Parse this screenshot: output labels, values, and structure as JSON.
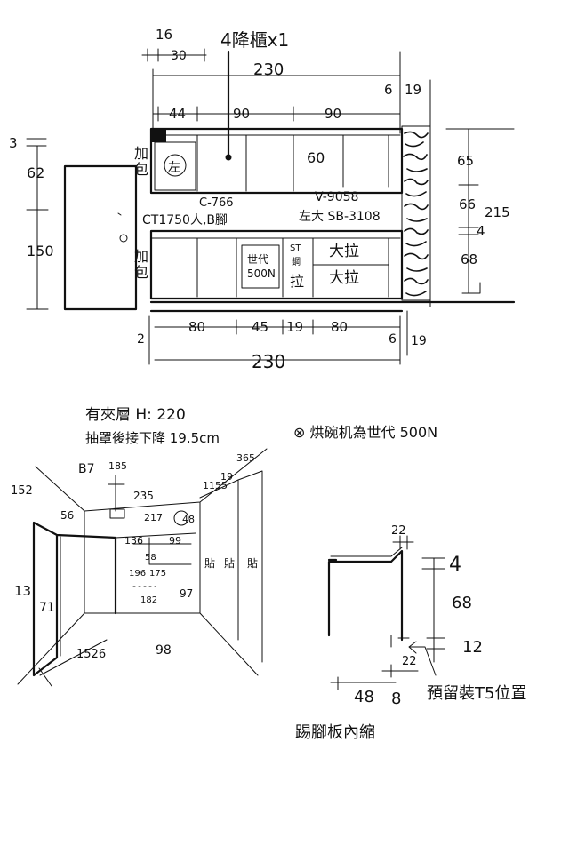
{
  "top_elevation": {
    "heading": "4降櫃x1",
    "dim_16": "16",
    "dim_30": "30",
    "total_top": "230",
    "dim_6_top": "6",
    "dim_19_top": "19",
    "dim_44": "44",
    "dim_90a": "90",
    "dim_90b": "90",
    "left_3": "3",
    "left_62": "62",
    "left_150": "150",
    "right_65": "65",
    "right_66": "66",
    "right_215": "215",
    "right_4": "4",
    "right_68": "68",
    "upper_add_label": "加\n包",
    "left_circle_label": "左",
    "inner_60": "60",
    "label_c766": "C-766",
    "label_v9058": "V-9058",
    "label_ct1750": "CT1750人,B腳",
    "label_sb3108": "左大 SB-3108",
    "lower_add_label": "加\n包",
    "oven_label": "世代\n500N",
    "st_label": "ST\n鋼\n拉",
    "drawer_1": "大拉",
    "drawer_2": "大拉",
    "dim_80a": "80",
    "dim_45": "45",
    "dim_19_mid": "19",
    "dim_80b": "80",
    "dim_6_bottom": "6",
    "left_2": "2",
    "total_bottom": "230",
    "dim_19_bottom": "19"
  },
  "perspective": {
    "note_line1": "有夾層 H: 220",
    "note_line2": "抽罩後接下降 19.5cm",
    "remark": "⊗ 烘碗机為世代 500N",
    "label_b7": "B7",
    "d_185": "185",
    "d_152": "152",
    "d_56": "56",
    "d_235": "235",
    "d_217": "217",
    "d_48": "48",
    "d_1155": "1155",
    "d_19": "19",
    "d_365": "365",
    "d_136": "136",
    "d_99": "99",
    "d_58": "58",
    "d_196": "196",
    "d_175": "175",
    "d_182": "182",
    "d_97": "97",
    "d_13": "13",
    "d_71": "71",
    "d_1526": "1526",
    "d_98": "98",
    "d_wall1": "貼",
    "d_wall2": "貼",
    "d_wall3": "貼"
  },
  "section_detail": {
    "d_22_top": "22",
    "d_4": "4",
    "d_68": "68",
    "d_12": "12",
    "d_22_bottom": "22",
    "d_48": "48",
    "d_8": "8",
    "note_t5": "預留裝T5位置",
    "note_kick": "踢腳板內縮"
  }
}
